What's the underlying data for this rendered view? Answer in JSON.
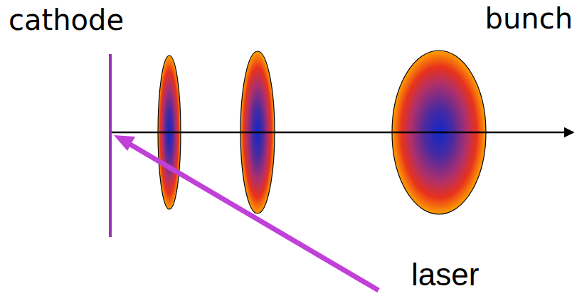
{
  "diagram": {
    "labels": [
      "cathode",
      "bunch",
      "laser"
    ]
  }
}
